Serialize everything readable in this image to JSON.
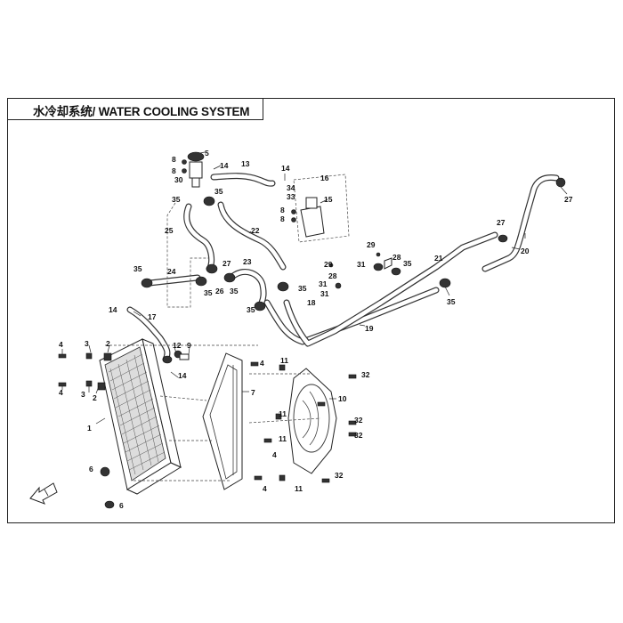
{
  "header": {
    "title": "水冷却系统/ WATER COOLING SYSTEM"
  },
  "callouts": [
    "1",
    "2",
    "3",
    "4",
    "5",
    "6",
    "7",
    "8",
    "9",
    "10",
    "11",
    "12",
    "13",
    "14",
    "15",
    "16",
    "17",
    "18",
    "19",
    "20",
    "21",
    "22",
    "23",
    "24",
    "25",
    "26",
    "27",
    "28",
    "29",
    "30",
    "31",
    "32",
    "33",
    "34",
    "35"
  ]
}
